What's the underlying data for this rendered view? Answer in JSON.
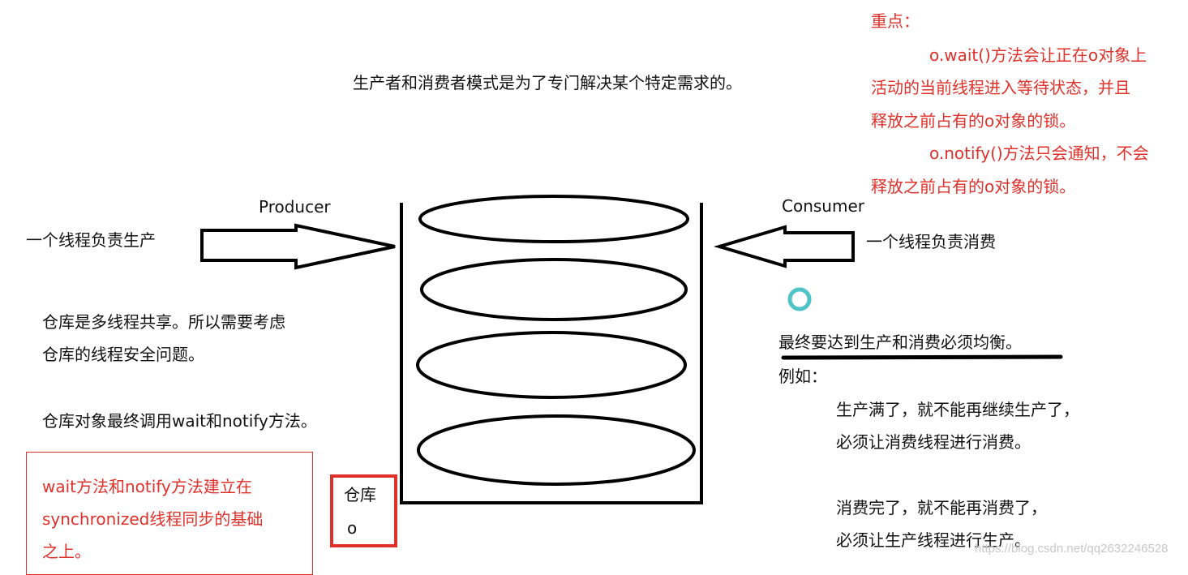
{
  "title": "生产者和消费者模式是为了专门解决某个特定需求的。",
  "key_points": {
    "heading": "重点：",
    "lines": [
      "o.wait()方法会让正在o对象上",
      "活动的当前线程进入等待状态，并且",
      "释放之前占有的o对象的锁。",
      "o.notify()方法只会通知，不会",
      "释放之前占有的o对象的锁。"
    ]
  },
  "producer": {
    "label": "Producer",
    "desc": "一个线程负责生产"
  },
  "consumer": {
    "label": "Consumer",
    "desc": "一个线程负责消费"
  },
  "left_notes": [
    "仓库是多线程共享。所以需要考虑",
    "仓库的线程安全问题。",
    "仓库对象最终调用wait和notify方法。"
  ],
  "red_note": [
    "wait方法和notify方法建立在",
    "synchronized线程同步的基础",
    "之上。"
  ],
  "warehouse": {
    "line1": "仓库",
    "line2": "o"
  },
  "balance": "最终要达到生产和消费必须均衡。",
  "example": {
    "heading": "例如：",
    "lines": [
      "生产满了，就不能再继续生产了，",
      "必须让消费线程进行消费。",
      "消费完了，就不能再消费了，",
      "必须让生产线程进行生产。"
    ]
  },
  "watermark": "https://blog.csdn.net/qq2632246528",
  "colors": {
    "accent": "#e0302a",
    "ink": "#111111",
    "loading_icon": "#4fc3c8"
  }
}
